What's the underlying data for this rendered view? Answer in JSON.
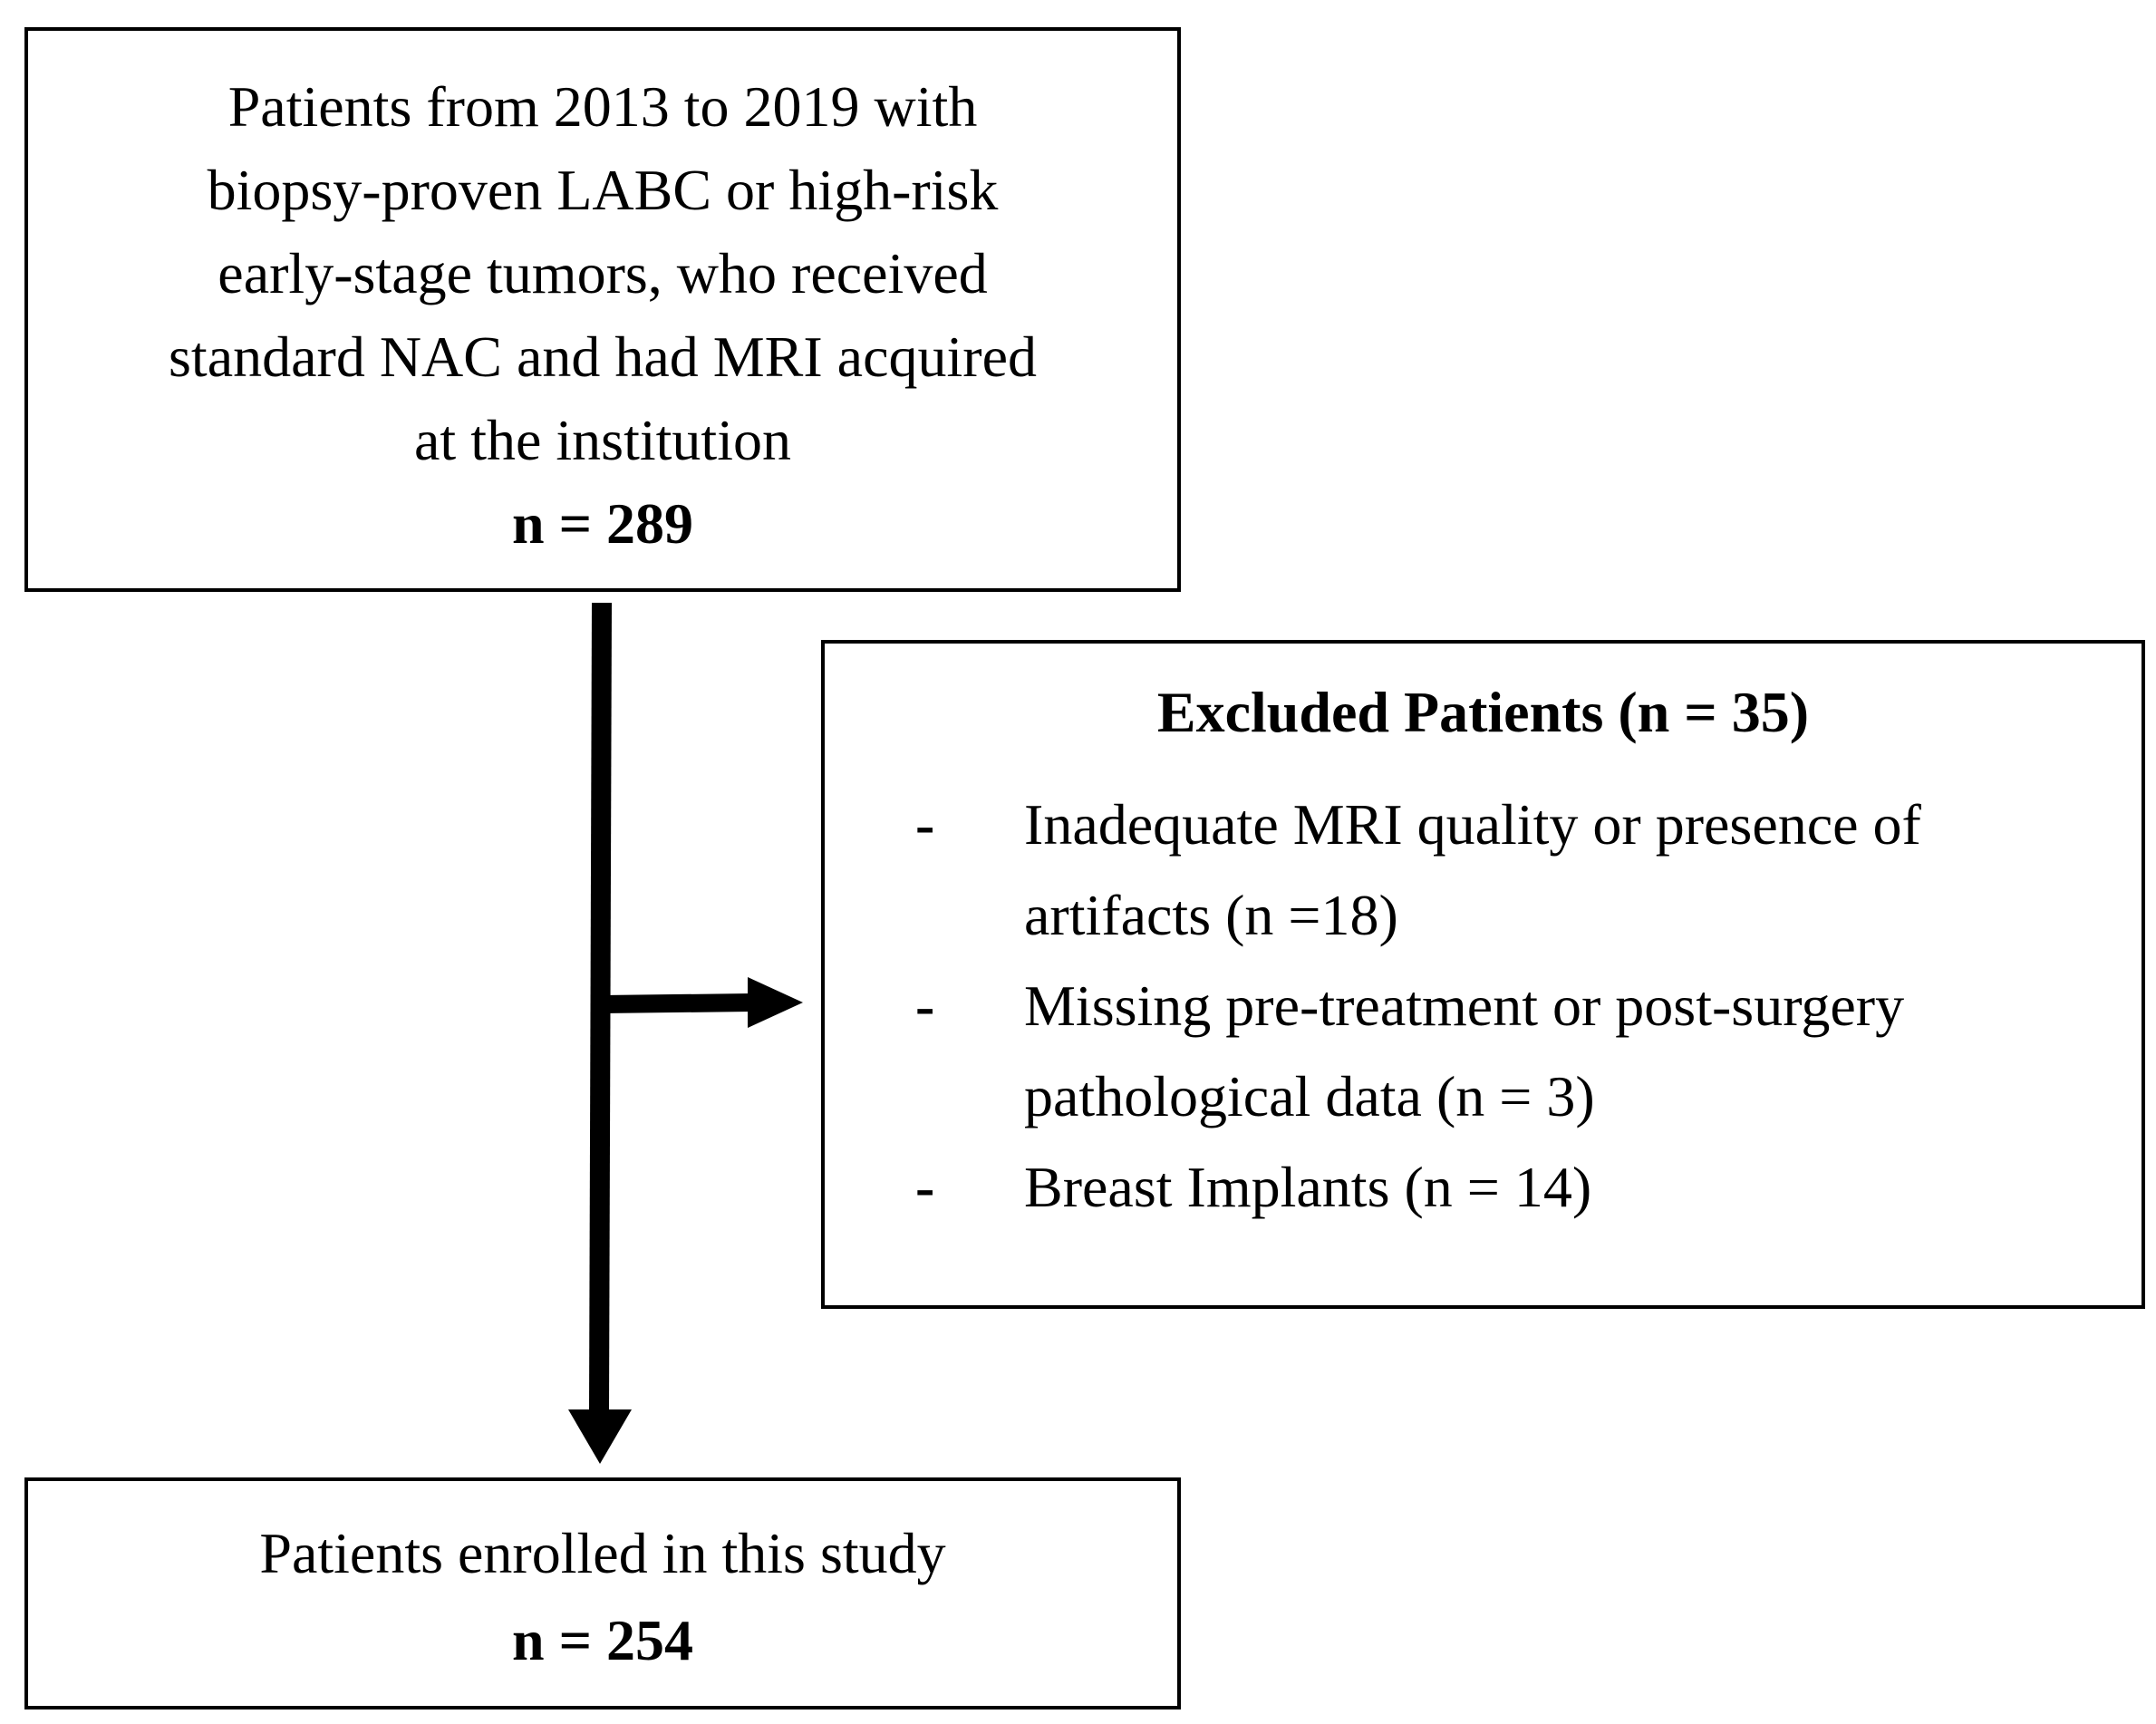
{
  "flowchart": {
    "start": {
      "lines": [
        "Patients from 2013 to 2019 with",
        "biopsy-proven LABC or high-risk",
        "early-stage tumors, who received",
        "standard NAC and had MRI acquired",
        "at the institution"
      ],
      "count": "n = 289"
    },
    "excluded": {
      "title": "Excluded Patients (n = 35)",
      "bullet": "-",
      "items": [
        "Inadequate MRI quality or presence of\nartifacts (n =18)",
        "Missing pre-treatment or post-surgery\npathological data (n = 3)",
        "Breast Implants (n = 14)"
      ]
    },
    "enrolled": {
      "label": "Patients enrolled in this study",
      "count": "n = 254"
    }
  }
}
